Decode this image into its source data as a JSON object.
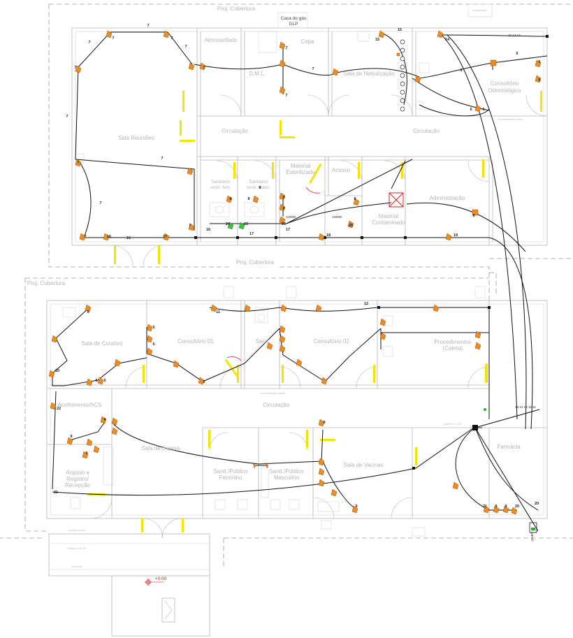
{
  "plan": {
    "rooms": {
      "proj_cobertura_top": "Proj. Cobertura",
      "proj_cobertura_mid": "Proj. Cobertura",
      "proj_cobertura_left": "Proj. Cobertura",
      "casa_gas_1": "Casa do gás",
      "casa_gas_2": "GLP",
      "almoxarifado": "Almoxarifado",
      "dml": "D.M.L.",
      "copa": "Copa",
      "sala_nebulizacao": "Sala de Nebulização",
      "consultorio_odonto_1": "Consultório",
      "consultorio_odonto_2": "Odontológico",
      "sala_reunioes": "Sala Reuniões",
      "circulacao_1": "Circulação",
      "circulacao_2": "Circulação",
      "circulacao_3": "Circulação",
      "sanitario_fem_1": "Sanitário/",
      "sanitario_fem_2": "vesti. fem.",
      "sanitario_masc_1": "Sanitário/",
      "sanitario_masc_2": "vesti. masc.",
      "material_esterilizado_1": "Material",
      "material_esterilizado_2": "Esterilizado",
      "acesso": "Acesso",
      "material_contaminado_1": "Material",
      "material_contaminado_2": "Contaminado",
      "administracao": "Administração",
      "sala_curativo": "Sala de Curativo",
      "consultorio_01": "Consultório 01",
      "sanit": "Sanit.",
      "consultorio_02": "Consultório 02",
      "procedimentos_1": "Procedimentos",
      "procedimentos_2": "(Coleta)",
      "acolhimento": "Acolhimento/ACS",
      "sala_espera": "Sala de Espera",
      "arquivo_1": "Arquivo e",
      "arquivo_2": "Registro/",
      "arquivo_3": "Recepção",
      "sanit_fem_1": "Sanit./Público",
      "sanit_fem_2": "Feminino",
      "sanit_masc_1": "Sanit./Público",
      "sanit_masc_2": "Masculino",
      "sala_vacinas": "Sala de Vacinas",
      "farmacia": "Farmácia",
      "level": "+0.00",
      "rampa": "Rampa i=8.3%",
      "guarda_corpo": "guarda-corpo",
      "corrimao": "corrimão",
      "guiche": "guichê h=1.00",
      "corrimao_barra_1": "corrimão/bate-maca",
      "corrimao_barra_2": "corrimão/bate-maca",
      "compressor": "Compressor"
    },
    "circuits": {
      "c7a": "7",
      "c7b": "7",
      "c7c": "7",
      "c7d": "7",
      "c7e": "7",
      "c7f": "7",
      "c7g": "7",
      "c7h": "7",
      "c7i": "7",
      "c7j": "7",
      "c7k": "7",
      "c7l": "7",
      "c7m": "7",
      "c7n": "7",
      "c7o": "7",
      "c7p": "7",
      "c15a": "15",
      "c15b": "15",
      "c14": "14",
      "c11a": "11",
      "c12a": "12",
      "c13a": "13",
      "c6a": "6",
      "c6b": "6",
      "c6c": "6",
      "c6d": "6",
      "c6e": "6",
      "c6f": "6",
      "c8a": "8",
      "c8b": "8",
      "c8c": "8",
      "c8d": "8",
      "c8e": "8",
      "c8f": "8",
      "c8g": "8",
      "c16a": "16",
      "c16b": "16",
      "c17a": "17",
      "c17b": "17",
      "c17c": "17",
      "c16c": "16",
      "c23": "23",
      "c24": "24",
      "c26a": "26",
      "c25": "25",
      "c18a": "18",
      "c19": "19",
      "p1200a": "1200W",
      "p1200b": "1200W",
      "c5a": "5",
      "c5b": "5",
      "c5c": "5",
      "c5d": "5",
      "c5e": "5",
      "c5f": "5",
      "c11b": "11",
      "c12b": "12",
      "c10": "10",
      "c22": "22",
      "c9a": "9",
      "c9b": "9",
      "c9c": "9",
      "c9d": "9",
      "c9e": "9",
      "c9f": "9",
      "c9g": "9",
      "c21a": "21",
      "c20a": "20",
      "c20b": "20",
      "c21b": "21",
      "qgbt": "QGBT",
      "bus_a": "13 14 13 12 11",
      "bus_b": "11 12 13"
    }
  }
}
